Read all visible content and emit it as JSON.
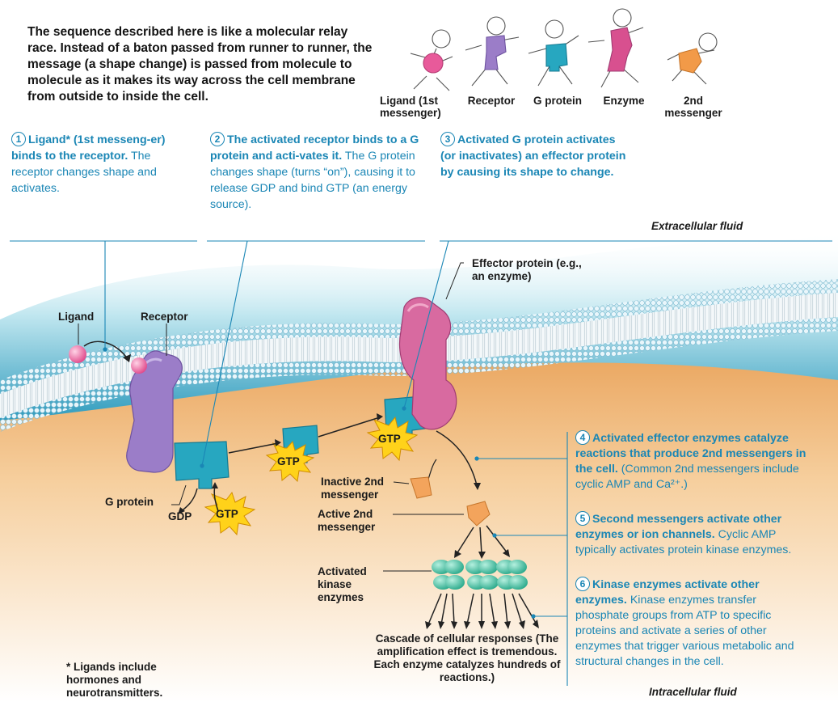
{
  "intro": "The sequence described here is like a molecular relay race. Instead of a baton passed from runner to runner, the message (a shape change) is passed from molecule to molecule as it makes its way across the cell membrane from outside to inside the cell.",
  "runners": [
    {
      "label": "Ligand (1st messenger)",
      "color": "#e85a9a"
    },
    {
      "label": "Receptor",
      "color": "#9b7dc8"
    },
    {
      "label": "G protein",
      "color": "#27a7c0"
    },
    {
      "label": "Enzyme",
      "color": "#d8508f"
    },
    {
      "label": "2nd messenger",
      "color": "#f29a48"
    }
  ],
  "steps": {
    "s1": {
      "num": "1",
      "head": "Ligand* (1st messeng-er) binds to the receptor.",
      "body": "The receptor changes shape and activates."
    },
    "s2": {
      "num": "2",
      "head": "The activated receptor binds to a G protein and acti-vates it.",
      "body": "The G protein changes shape (turns “on”), causing it to release GDP and bind GTP (an energy source)."
    },
    "s3": {
      "num": "3",
      "head": "Activated G protein activates (or inactivates) an effector protein by causing its shape to change.",
      "body": ""
    },
    "s4": {
      "num": "4",
      "head": "Activated effector enzymes catalyze reactions that produce 2nd messengers in the cell.",
      "body": "(Common 2nd messengers include cyclic AMP and Ca²⁺.)"
    },
    "s5": {
      "num": "5",
      "head": "Second messengers activate other enzymes or ion channels.",
      "body": "Cyclic AMP typically activates protein kinase enzymes."
    },
    "s6": {
      "num": "6",
      "head": "Kinase enzymes activate other enzymes.",
      "body": "Kinase enzymes transfer phosphate groups from ATP to specific proteins and activate a series of other enzymes that trigger various metabolic and structural changes in the cell."
    }
  },
  "labels": {
    "extracellular": "Extracellular fluid",
    "intracellular": "Intracellular fluid",
    "ligand": "Ligand",
    "receptor": "Receptor",
    "effector": "Effector protein (e.g., an enzyme)",
    "gprotein": "G protein",
    "gdp": "GDP",
    "gtp": "GTP",
    "inactive2nd": "Inactive 2nd messenger",
    "active2nd": "Active 2nd messenger",
    "kinase": "Activated kinase enzymes",
    "cascade": "Cascade of cellular responses (The amplification effect is tremendous. Each enzyme catalyzes hundreds of reactions.)",
    "footnote": "* Ligands include hormones and neurotransmitters."
  },
  "colors": {
    "membrane_blue": "#3aa6c9",
    "cytoplasm": "#f2c08a",
    "receptor": "#9b7dc8",
    "gprotein": "#27a7c0",
    "effector": "#d86aa0",
    "ligand": "#ef6fa5",
    "gtp_star": "#ffd21a",
    "second_messenger": "#f3a45c",
    "kinase": "#48c3a8",
    "text_blue": "#1a86b5"
  }
}
